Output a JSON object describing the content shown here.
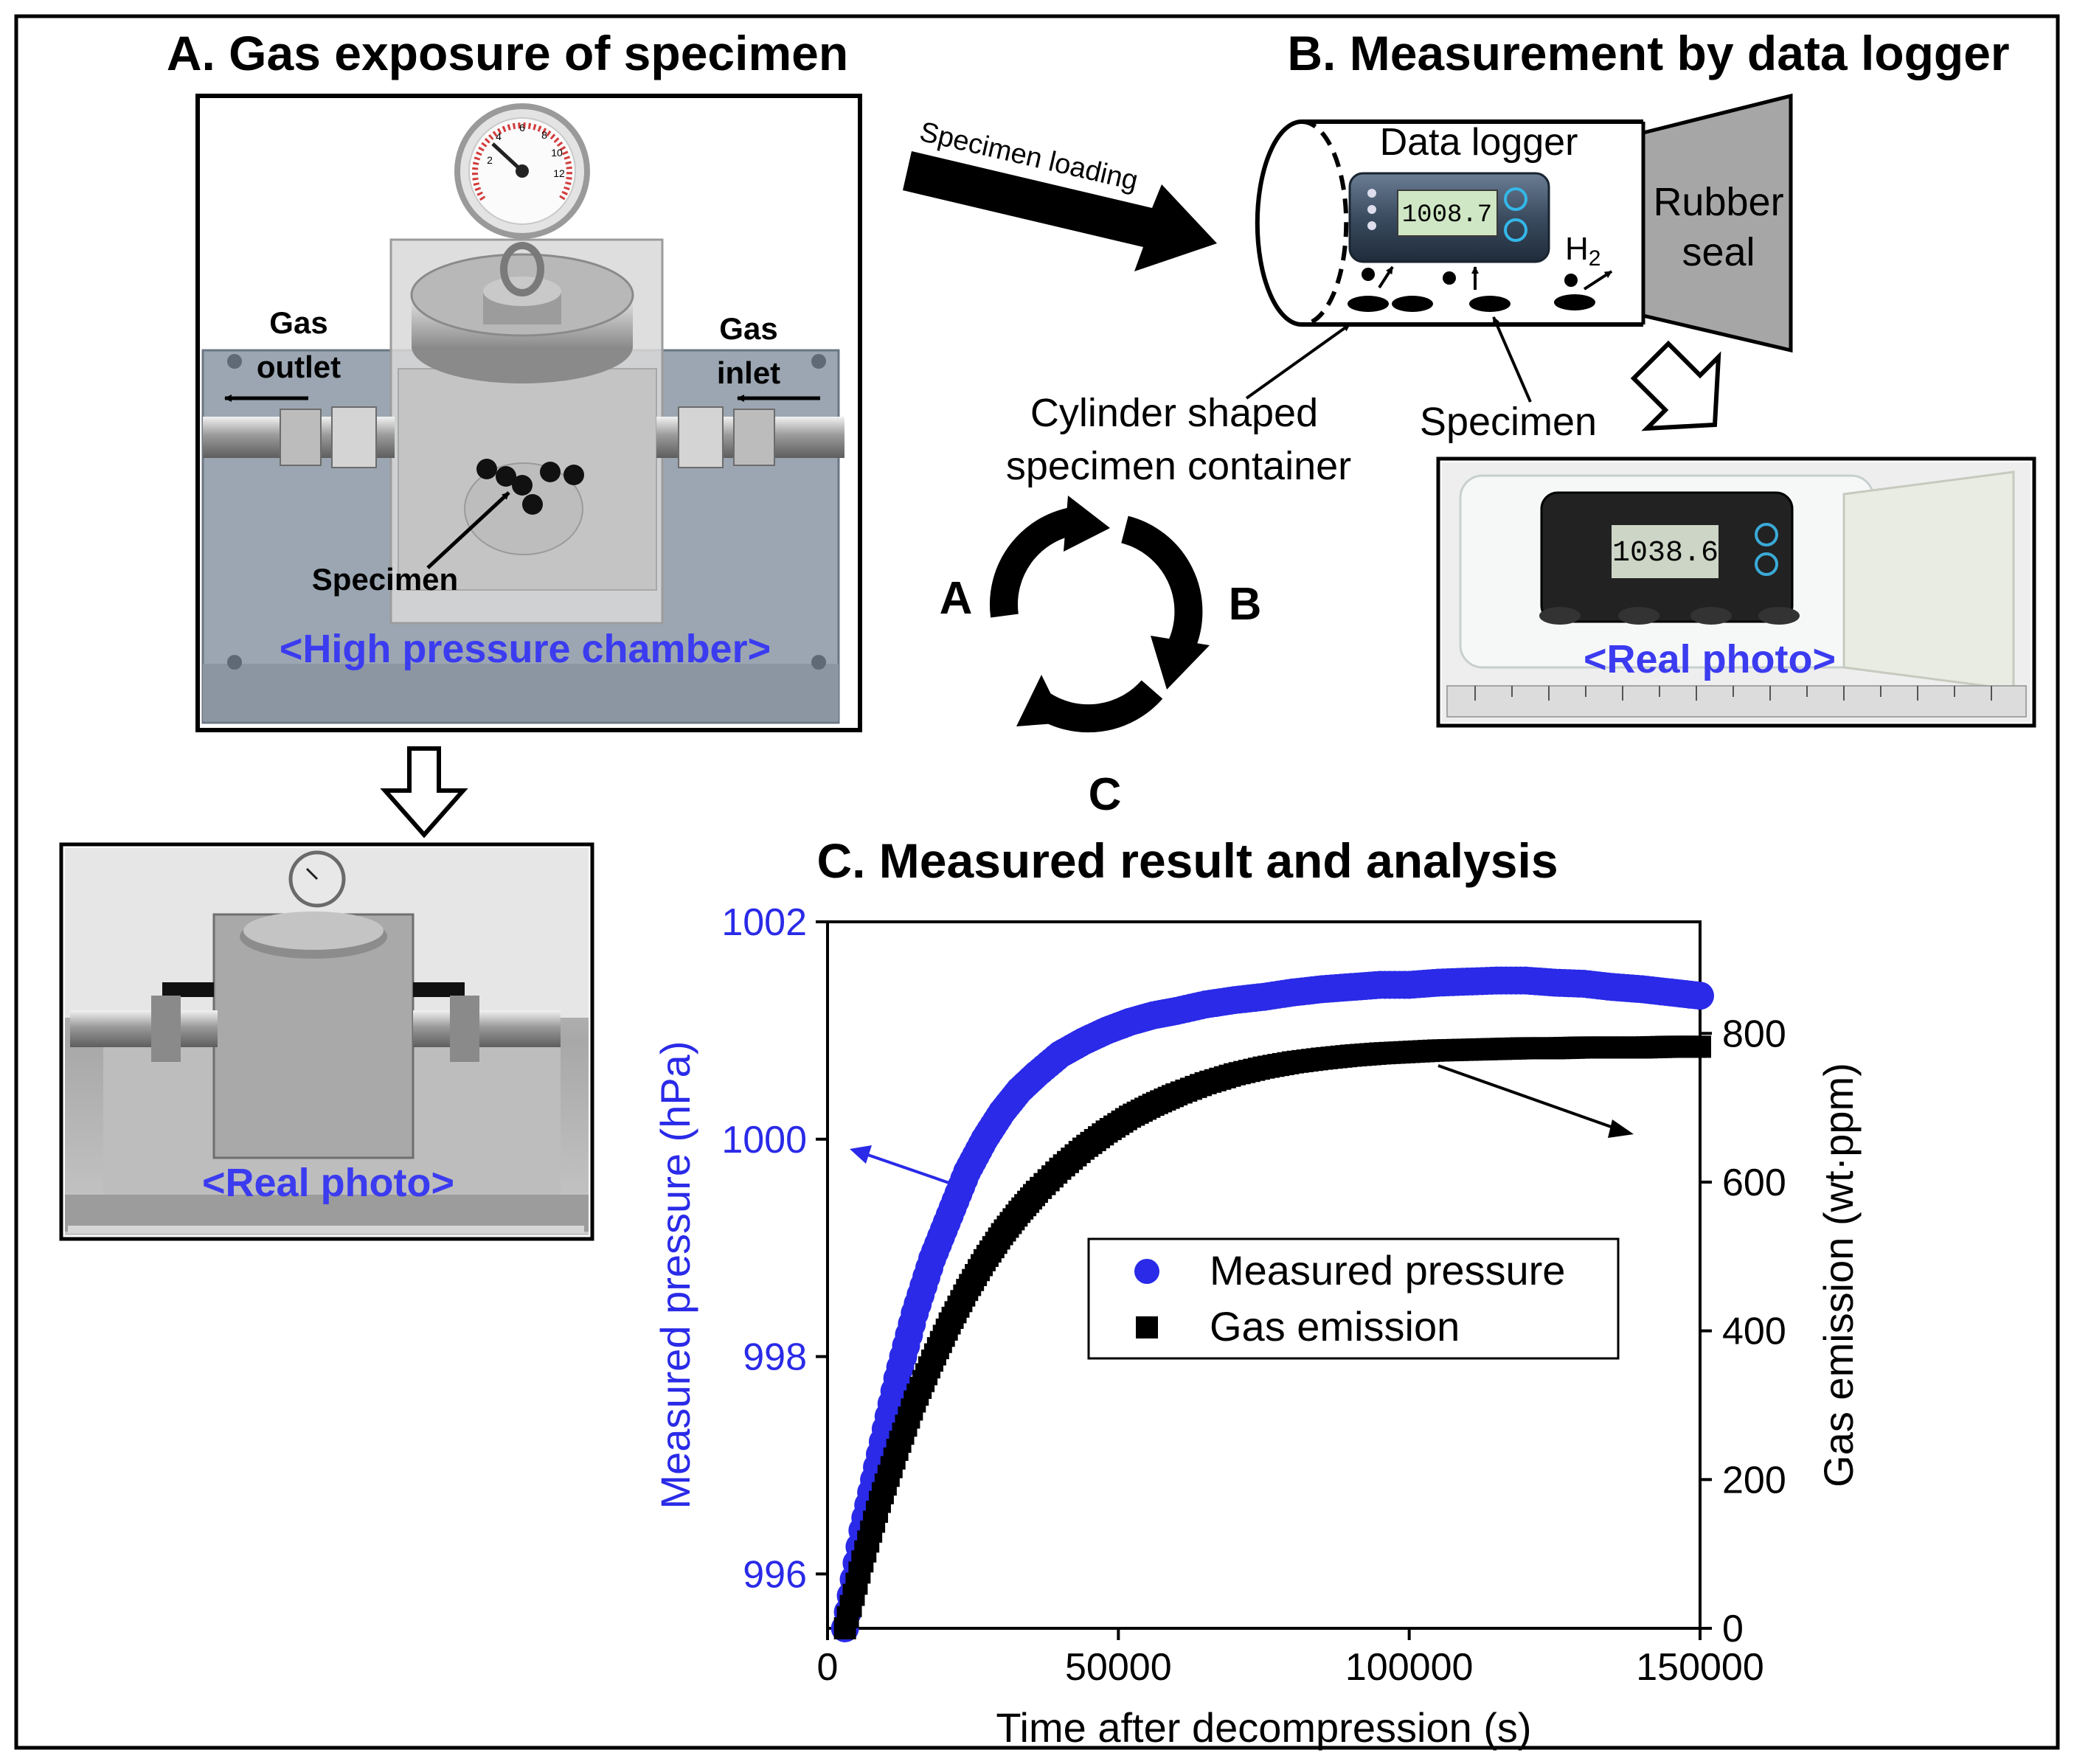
{
  "panel_a": {
    "title": "A. Gas exposure of specimen",
    "gas_outlet_line1": "Gas",
    "gas_outlet_line2": "outlet",
    "gas_inlet_line1": "Gas",
    "gas_inlet_line2": "inlet",
    "specimen_label": "Specimen",
    "chamber_caption": "<High pressure chamber>",
    "photo_caption": "<Real photo>",
    "gauge_numbers": [
      "2",
      "4",
      "6",
      "8",
      "10",
      "12"
    ]
  },
  "panel_b": {
    "title": "B. Measurement by data logger",
    "loading_label": "Specimen loading",
    "data_logger_label": "Data logger",
    "logger_display": "1008.7",
    "rubber_seal_line1": "Rubber",
    "rubber_seal_line2": "seal",
    "h2_label": "H",
    "h2_sub": "2",
    "container_line1": "Cylinder shaped",
    "container_line2": "specimen container",
    "specimen_label": "Specimen",
    "photo_caption": "<Real photo>",
    "photo_display": "1038.6"
  },
  "cycle": {
    "a": "A",
    "b": "B",
    "c": "C"
  },
  "panel_c": {
    "title": "C. Measured result and analysis"
  },
  "colors": {
    "blue": "#2a2ae8",
    "caption_blue": "#3b3bf0",
    "black": "#000000"
  },
  "chart_data": {
    "type": "scatter",
    "xlabel": "Time after decompression (s)",
    "ylabel_left": "Measured pressure (hPa)",
    "ylabel_right": "Gas emission (wt·ppm)",
    "xlim": [
      0,
      150000
    ],
    "ylim_left": [
      995.5,
      1002
    ],
    "ylim_right": [
      0,
      950
    ],
    "x_ticks": [
      0,
      50000,
      100000,
      150000
    ],
    "x_tick_labels": [
      "0",
      "50000",
      "100000",
      "150000"
    ],
    "y_left_ticks": [
      996,
      998,
      1000,
      1002
    ],
    "y_left_tick_labels": [
      "996",
      "998",
      "1000",
      "1002"
    ],
    "y_right_ticks": [
      0,
      200,
      400,
      600,
      800
    ],
    "y_right_tick_labels": [
      "0",
      "200",
      "400",
      "600",
      "800"
    ],
    "legend_position": "center-right",
    "series": [
      {
        "name": "Measured pressure",
        "axis": "left",
        "color": "#2a2ae8",
        "marker": "circle",
        "x": [
          3000,
          6000,
          9000,
          12000,
          15000,
          18000,
          21000,
          24000,
          27000,
          30000,
          33000,
          36000,
          40000,
          44000,
          48000,
          52000,
          56000,
          60000,
          65000,
          70000,
          75000,
          80000,
          85000,
          90000,
          95000,
          100000,
          105000,
          110000,
          115000,
          120000,
          125000,
          130000,
          135000,
          140000,
          145000,
          150000
        ],
        "y": [
          995.5,
          996.4,
          997.1,
          997.8,
          998.4,
          998.9,
          999.3,
          999.7,
          1000.0,
          1000.25,
          1000.45,
          1000.6,
          1000.78,
          1000.9,
          1001.0,
          1001.08,
          1001.14,
          1001.18,
          1001.24,
          1001.28,
          1001.31,
          1001.35,
          1001.38,
          1001.4,
          1001.42,
          1001.42,
          1001.44,
          1001.45,
          1001.46,
          1001.46,
          1001.44,
          1001.43,
          1001.4,
          1001.38,
          1001.35,
          1001.32
        ]
      },
      {
        "name": "Gas emission",
        "axis": "right",
        "color": "#000000",
        "marker": "square",
        "x": [
          3000,
          6000,
          9000,
          12000,
          15000,
          18000,
          21000,
          24000,
          27000,
          30000,
          33000,
          36000,
          40000,
          44000,
          48000,
          52000,
          56000,
          60000,
          65000,
          70000,
          75000,
          80000,
          85000,
          90000,
          95000,
          100000,
          105000,
          110000,
          115000,
          120000,
          125000,
          130000,
          135000,
          140000,
          145000,
          150000
        ],
        "y": [
          0,
          90,
          170,
          240,
          305,
          360,
          410,
          455,
          495,
          530,
          560,
          587,
          618,
          645,
          668,
          688,
          704,
          718,
          733,
          745,
          754,
          761,
          766,
          770,
          773,
          775,
          777,
          778,
          779,
          780,
          780,
          781,
          781,
          781,
          782,
          782
        ]
      }
    ]
  }
}
